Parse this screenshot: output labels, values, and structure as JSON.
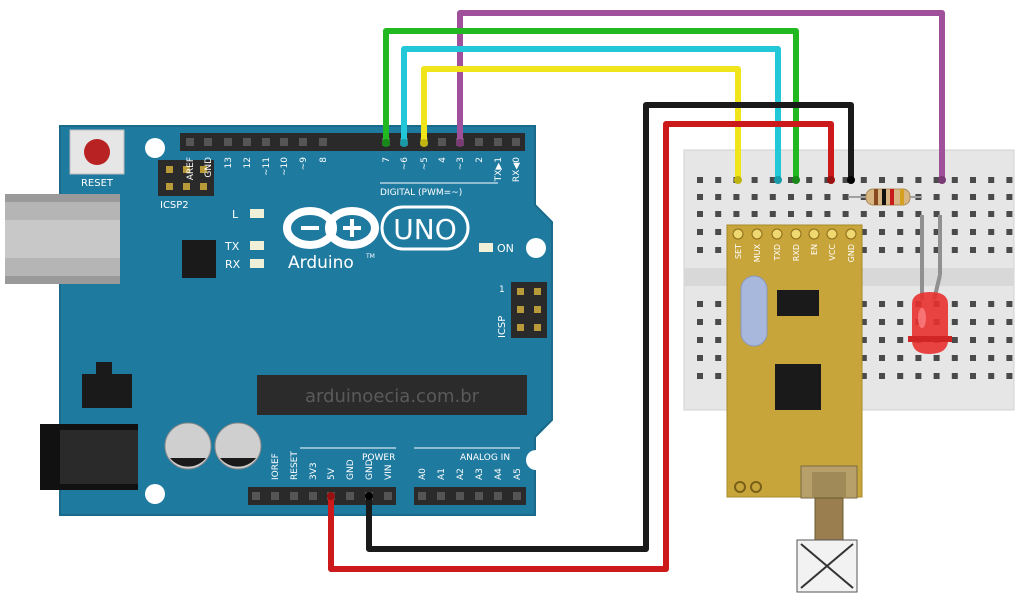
{
  "board": {
    "reset": "RESET",
    "icsp2": "ICSP2",
    "icsp": "ICSP",
    "icsp_pin1": "1",
    "led_l": "L",
    "led_tx": "TX",
    "led_rx": "RX",
    "led_on": "ON",
    "uno": "UNO",
    "brand": "Arduino",
    "tm": "TM",
    "chip_text": "arduinoecia.com.br",
    "digital_label": "DIGITAL (PWM=~)",
    "power_label": "POWER",
    "analog_label": "ANALOG IN",
    "digital_pins": [
      "AREF",
      "GND",
      "13",
      "12",
      "~11",
      "~10",
      "~9",
      "8",
      "7",
      "~6",
      "~5",
      "4",
      "~3",
      "2",
      "TX▶1",
      "RX◀0"
    ],
    "power_pins": [
      "IOREF",
      "RESET",
      "3V3",
      "5V",
      "GND",
      "GND",
      "VIN"
    ],
    "analog_pins": [
      "A0",
      "A1",
      "A2",
      "A3",
      "A4",
      "A5"
    ]
  },
  "module": {
    "pins": [
      "SET",
      "MUX",
      "TXD",
      "RXD",
      "EN",
      "VCC",
      "GND"
    ]
  },
  "colors": {
    "board": "#1f7aa0",
    "board_edge": "#1a6a8c",
    "wire_green": "#22b822",
    "wire_cyan": "#22c8d8",
    "wire_yellow": "#f0e41a",
    "wire_purple": "#a0509a",
    "wire_red": "#cc1a1a",
    "wire_black": "#1a1a1a",
    "module": "#c8a53a",
    "breadboard": "#e6e6e6",
    "led": "#e8302f"
  }
}
